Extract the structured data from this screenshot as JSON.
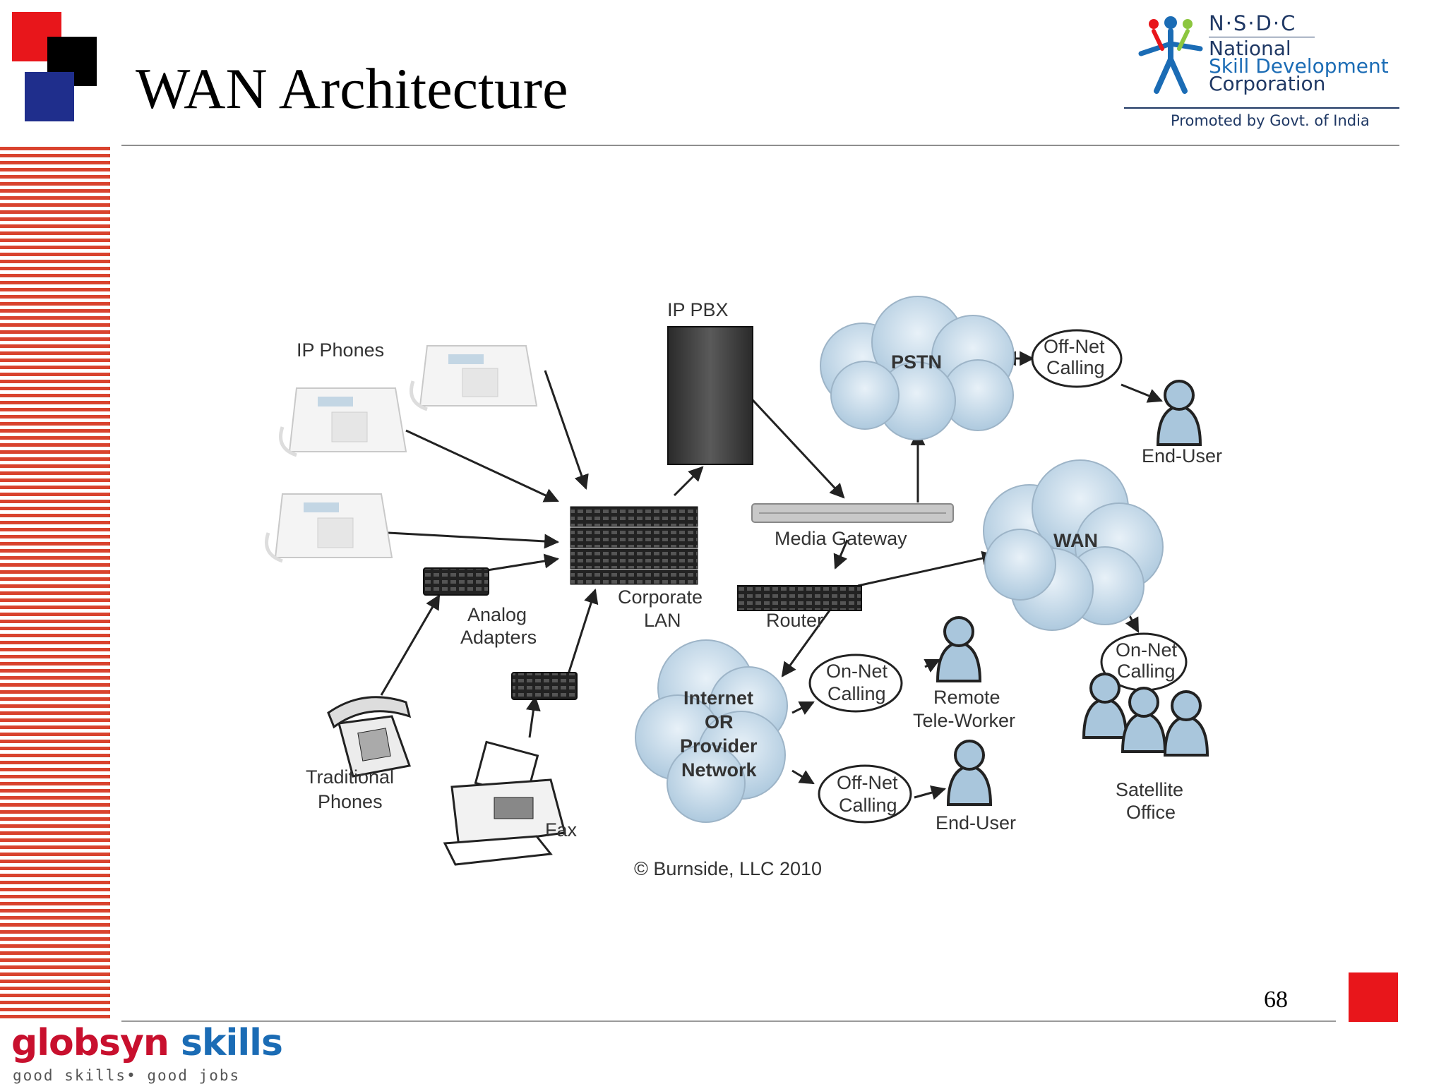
{
  "slide": {
    "title": "WAN Architecture",
    "page_number": "68"
  },
  "nsdc": {
    "abbr": "N·S·D·C",
    "line1": "National",
    "line2": "Skill Development",
    "line3": "Corporation",
    "promoted": "Promoted by Govt. of India"
  },
  "brand": {
    "name_part1": "globsyn",
    "name_part2": "skills",
    "tagline": "good skills• good jobs"
  },
  "diagram": {
    "labels": {
      "ip_phones": "IP Phones",
      "ip_pbx": "IP PBX",
      "pstn": "PSTN",
      "offnet_top_1": "Off-Net",
      "offnet_top_2": "Calling",
      "enduser_top": "End-User",
      "media_gateway": "Media Gateway",
      "wan": "WAN",
      "analog_1": "Analog",
      "analog_2": "Adapters",
      "corp_lan_1": "Corporate",
      "corp_lan_2": "LAN",
      "router": "Router",
      "onnet_right_1": "On-Net",
      "onnet_right_2": "Calling",
      "onnet_mid_1": "On-Net",
      "onnet_mid_2": "Calling",
      "remote_1": "Remote",
      "remote_2": "Tele-Worker",
      "internet_1": "Internet",
      "internet_2": "OR",
      "internet_3": "Provider",
      "internet_4": "Network",
      "trad_1": "Traditional",
      "trad_2": "Phones",
      "offnet_bottom_1": "Off-Net",
      "offnet_bottom_2": "Calling",
      "enduser_bottom": "End-User",
      "satellite_1": "Satellite",
      "satellite_2": "Office",
      "fax": "Fax",
      "copyright": "© Burnside, LLC 2010"
    }
  }
}
